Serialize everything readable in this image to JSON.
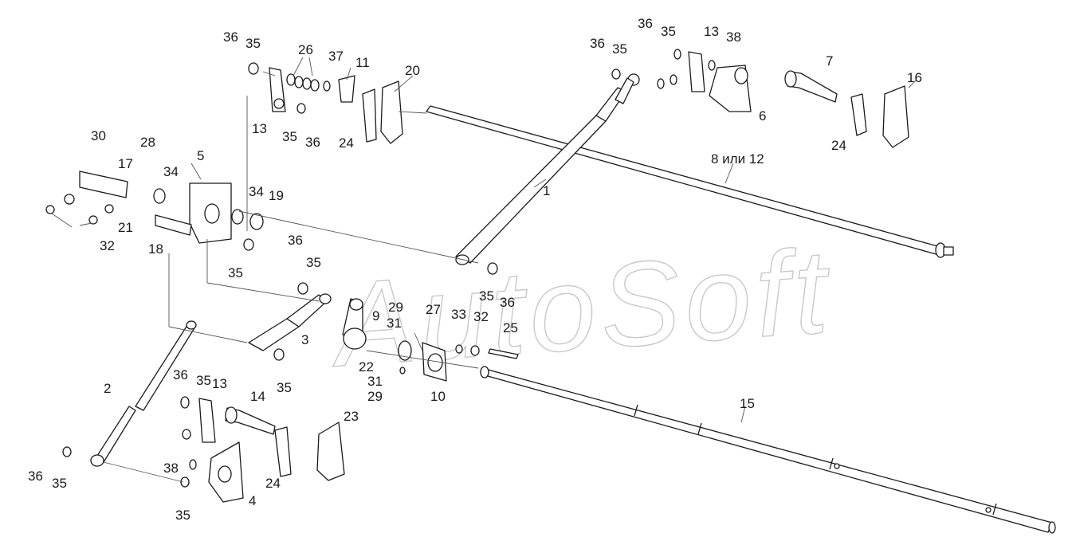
{
  "watermark": "AutoSoft",
  "callouts": {
    "c36a": "36",
    "c35a": "35",
    "c26": "26",
    "c37": "37",
    "c11": "11",
    "c20": "20",
    "c13a": "13",
    "c35b": "35",
    "c36b": "36",
    "c24a": "24",
    "c30": "30",
    "c28": "28",
    "c17": "17",
    "c34a": "34",
    "c5": "5",
    "c34b": "34",
    "c19": "19",
    "c21": "21",
    "c32a": "32",
    "c18": "18",
    "c35c": "35",
    "c36c": "36",
    "c36d": "36",
    "c35d": "35",
    "c13b": "13",
    "c38a": "38",
    "c36e": "36",
    "c35e": "35",
    "c7": "7",
    "c16": "16",
    "c6": "6",
    "c24b": "24",
    "c8": "8 или 12",
    "c1": "1",
    "c35f": "35",
    "c36f": "36",
    "c35g": "35",
    "c3": "3",
    "c35h": "35",
    "c9": "9",
    "c29a": "29",
    "c31a": "31",
    "c27": "27",
    "c33": "33",
    "c32b": "32",
    "c25": "25",
    "c22": "22",
    "c31b": "31",
    "c29b": "29",
    "c10": "10",
    "c15": "15",
    "c2": "2",
    "c36g": "36",
    "c35i": "35",
    "c13c": "13",
    "c14": "14",
    "c23": "23",
    "c36h": "36",
    "c35j": "35",
    "c38b": "38",
    "c24c": "24",
    "c4": "4",
    "c35k": "35"
  }
}
